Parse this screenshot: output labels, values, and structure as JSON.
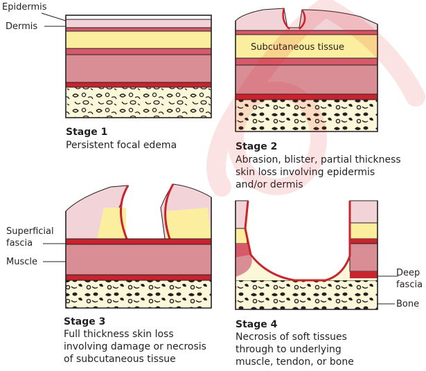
{
  "stages": [
    {
      "heading": "Stage 1",
      "caption": [
        "Persistent focal edema"
      ],
      "labels": {
        "epidermis": "Epidermis",
        "dermis": "Dermis"
      }
    },
    {
      "heading": "Stage 2",
      "caption": [
        "Abrasion, blister, partial thickness",
        "skin loss involving epidermis",
        "and/or dermis"
      ],
      "labels": {
        "subcutaneous": "Subcutaneous tissue"
      }
    },
    {
      "heading": "Stage 3",
      "caption": [
        "Full thickness skin loss",
        "involving damage or necrosis",
        "of subcutaneous tissue"
      ],
      "labels": {
        "superficial_fascia": [
          "Superficial",
          "fascia"
        ],
        "muscle": "Muscle"
      }
    },
    {
      "heading": "Stage 4",
      "caption": [
        "Necrosis of soft tissues",
        "through to underlying",
        "muscle, tendon, or bone"
      ],
      "labels": {
        "deep_fascia": [
          "Deep",
          "fascia"
        ],
        "bone": "Bone"
      }
    }
  ],
  "colors": {
    "epidermis": "#f2d3d8",
    "dermis": "#d75a6a",
    "subcutaneous": "#fbee9e",
    "fascia": "#c8242f",
    "muscle": "#d98e96",
    "bone": "#fbf7d8",
    "bone_dark": "#231f20",
    "watermark": "#e31b23"
  }
}
